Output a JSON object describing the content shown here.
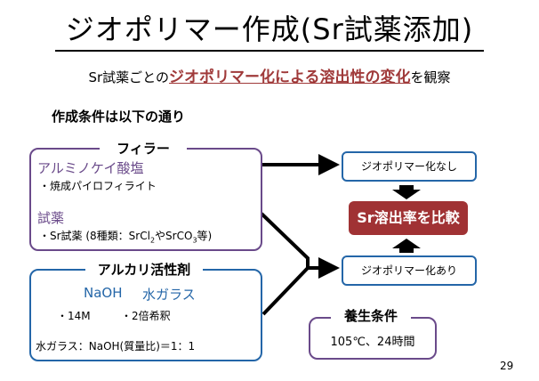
{
  "title": "ジオポリマー作成(Sr試薬添加)",
  "subtitle": {
    "prefix": "Sr試薬ごとの",
    "highlight": "ジオポリマー化による溶出性の変化",
    "suffix": "を観察"
  },
  "conditions_heading": "作成条件は以下の通り",
  "filler": {
    "tag": "フィラー",
    "aluminosilicate": "アルミノケイ酸塩",
    "aluminosilicate_item": "・焼成パイロフィライト",
    "reagent": "試薬",
    "reagent_item_prefix": "・Sr試薬 (8種類：SrCl",
    "reagent_sub1": "2",
    "reagent_mid": "やSrCO",
    "reagent_sub2": "3",
    "reagent_suffix": "等)"
  },
  "activator": {
    "tag": "アルカリ活性剤",
    "naoh": "NaOH",
    "water_glass": "水ガラス",
    "naoh_conc": "・14M",
    "wg_dilution": "・2倍希釈",
    "ratio": "水ガラス：NaOH(質量比)＝1：1"
  },
  "outcomes": {
    "without": "ジオポリマー化なし",
    "compare": "Sr溶出率を比較",
    "with": "ジオポリマー化あり"
  },
  "curing": {
    "tag": "養生条件",
    "value": "105℃、24時間"
  },
  "page_number": "29",
  "colors": {
    "purple": "#6a4a8a",
    "blue": "#2466a8",
    "accent_red": "#a03234"
  }
}
